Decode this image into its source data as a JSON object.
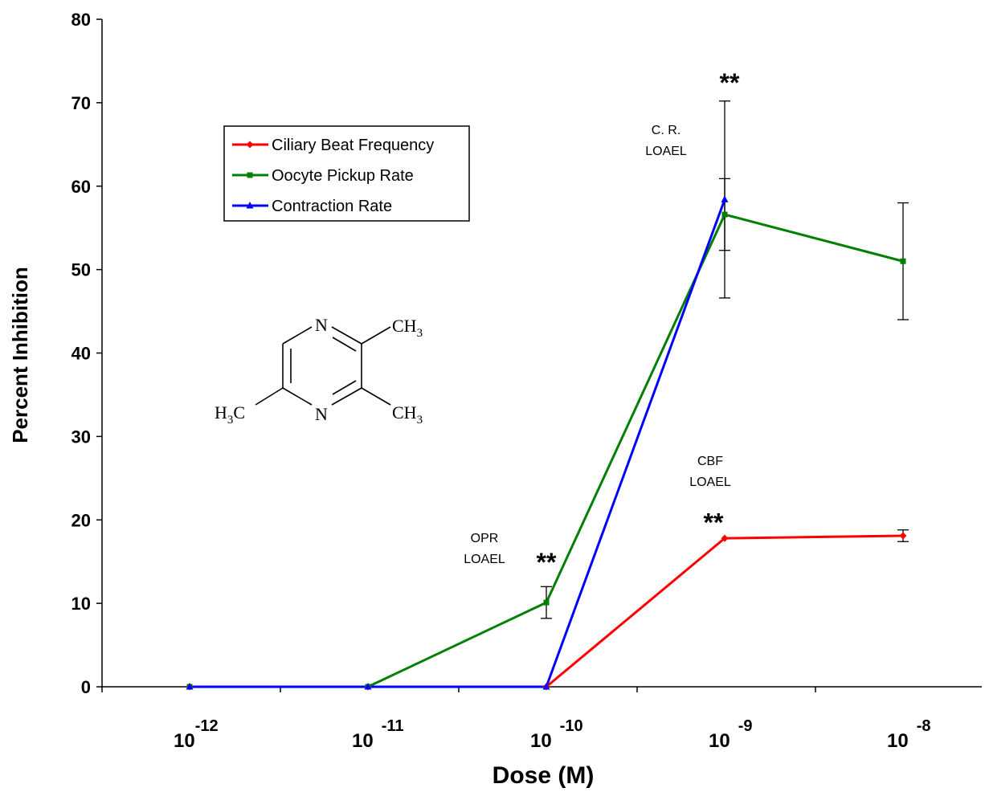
{
  "chart_data": {
    "type": "line",
    "xlabel": "Dose (M)",
    "ylabel": "Percent Inhibition",
    "x_scale": "log",
    "x_tick_labels": [
      {
        "base": "10",
        "exp": "-12"
      },
      {
        "base": "10",
        "exp": "-11"
      },
      {
        "base": "10",
        "exp": "-10"
      },
      {
        "base": "10",
        "exp": "-9"
      },
      {
        "base": "10",
        "exp": "-8"
      }
    ],
    "x": [
      1e-12,
      1e-11,
      1e-10,
      1e-09,
      1e-08
    ],
    "ylim": [
      0,
      80
    ],
    "y_ticks": [
      "0",
      "10",
      "20",
      "30",
      "40",
      "50",
      "60",
      "70",
      "80"
    ],
    "grid": false,
    "legend_position": "upper-left",
    "series": [
      {
        "name": "Ciliary Beat Frequency",
        "color": "#ff0000",
        "marker": "diamond",
        "values": [
          0,
          0,
          0,
          17.8,
          18.1
        ],
        "errors": [
          null,
          null,
          null,
          null,
          0.7
        ]
      },
      {
        "name": "Oocyte Pickup Rate",
        "color": "#008000",
        "marker": "square",
        "values": [
          0,
          0,
          10.1,
          56.6,
          51.0
        ],
        "errors": [
          null,
          null,
          1.9,
          4.3,
          7.0
        ]
      },
      {
        "name": "Contraction Rate",
        "color": "#0000ff",
        "marker": "triangle",
        "values": [
          0,
          0,
          0,
          58.4,
          null
        ],
        "errors": [
          null,
          null,
          null,
          11.8,
          null
        ]
      }
    ],
    "annotations": [
      {
        "id": "cr",
        "lines": [
          "C. R.",
          "LOAEL"
        ],
        "x": 1e-09
      },
      {
        "id": "cbf",
        "lines": [
          "CBF",
          "LOAEL"
        ],
        "x": 1e-09
      },
      {
        "id": "opr",
        "lines": [
          "OPR",
          "LOAEL"
        ],
        "x": 1e-10
      }
    ],
    "significance_marks": [
      {
        "text": "**",
        "x": 1e-09,
        "y": 72.5
      },
      {
        "text": "**",
        "x": 1e-09,
        "y": 19.8
      },
      {
        "text": "**",
        "x": 1e-10,
        "y": 15.0
      }
    ],
    "structure_labels": {
      "n_top": "N",
      "n_bottom": "N",
      "ch3_top": "CH",
      "ch3_bottom": "CH",
      "h3c": "H",
      "h3c_c": "C",
      "sub": "3"
    }
  }
}
